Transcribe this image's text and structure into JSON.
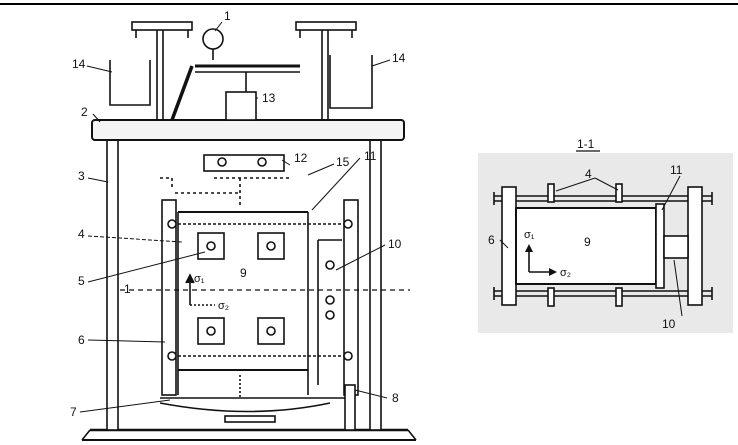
{
  "main_view": {
    "labels": {
      "n1": "1",
      "n2": "2",
      "n3": "3",
      "n4": "4",
      "n5": "5",
      "n6": "6",
      "n7": "7",
      "n8": "8",
      "n9": "9",
      "n10": "10",
      "n11": "11",
      "n12": "12",
      "n13": "13",
      "n14_left": "14",
      "n14_right": "14",
      "n15": "15",
      "section_mark": "1"
    },
    "stress": {
      "s1": "σ₁",
      "s2": "σ₂"
    }
  },
  "section_view": {
    "title": "1-1",
    "labels": {
      "n4": "4",
      "n6": "6",
      "n9": "9",
      "n10": "10",
      "n11": "11"
    },
    "stress": {
      "s1": "σ₁",
      "s2": "σ₂"
    }
  },
  "colors": {
    "line": "#111111",
    "shade": "#e6e6e6",
    "bg": "#ffffff"
  }
}
